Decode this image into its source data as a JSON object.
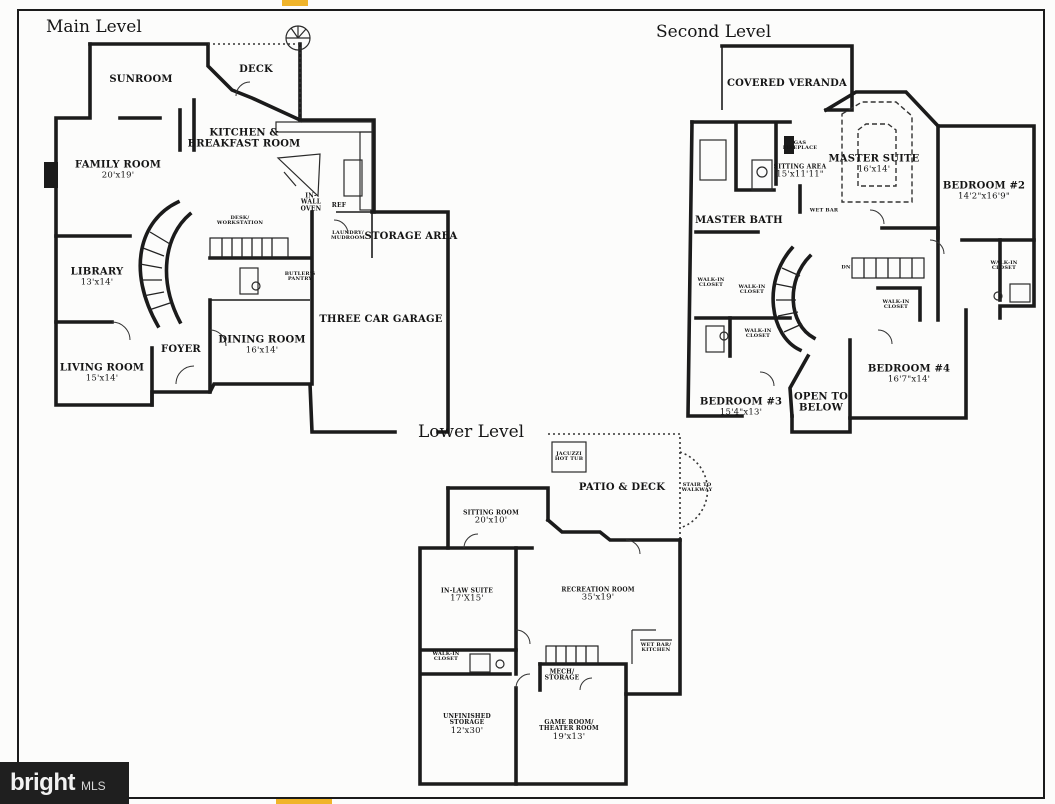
{
  "levels": {
    "main": "Main Level",
    "second": "Second Level",
    "lower": "Lower Level"
  },
  "rooms": {
    "sunroom": "SUNROOM",
    "deck": "DECK",
    "kitchen": "KITCHEN &\nBREAKFAST ROOM",
    "family_room": "FAMILY ROOM",
    "family_room_dim": "20'x19'",
    "in_wall_oven": "IN-\nWALL\nOVEN",
    "desk": "DESK/\nWORKSTATION",
    "laundry": "LAUNDRY/\nMUDROOM",
    "ref": "REF",
    "storage_area": "STORAGE AREA",
    "library": "LIBRARY",
    "library_dim": "13'x14'",
    "butlers_pantry": "BUTLER'S\nPANTRY",
    "three_car_garage": "THREE CAR GARAGE",
    "foyer": "FOYER",
    "dining_room": "DINING ROOM",
    "dining_room_dim": "16'x14'",
    "living_room": "LIVING ROOM",
    "living_room_dim": "15'x14'",
    "covered_veranda": "COVERED VERANDA",
    "gas_fireplace": "GAS\nFIREPLACE",
    "sitting_area": "SITTING AREA",
    "sitting_area_dim": "15'x11'11\"",
    "master_suite": "MASTER SUITE",
    "master_suite_dim": "16'x14'",
    "bedroom2": "BEDROOM #2",
    "bedroom2_dim": "14'2\"x16'9\"",
    "master_bath": "MASTER BATH",
    "wet_bar": "WET BAR",
    "walk_in_closet_1": "WALK-IN\nCLOSET",
    "walk_in_closet_2": "WALK-IN\nCLOSET",
    "walk_in_closet_3": "WALK-IN\nCLOSET",
    "walk_in_closet_4": "WALK-IN\nCLOSET",
    "walk_in_closet_5": "WALK-IN\nCLOSET",
    "dn": "DN",
    "bedroom3": "BEDROOM #3",
    "bedroom3_dim": "15'4\"x13'",
    "open_to_below": "OPEN TO\nBELOW",
    "bedroom4": "BEDROOM #4",
    "bedroom4_dim": "16'7\"x14'",
    "jacuzzi": "JACUZZI\nHOT TUB",
    "patio_deck": "PATIO & DECK",
    "stairway": "STAIR TO\nWALKWAY",
    "sitting_room": "SITTING ROOM",
    "sitting_room_dim": "20'x10'",
    "in_law_suite": "IN-LAW SUITE",
    "in_law_suite_dim": "17'X15'",
    "recreation_room": "RECREATION ROOM",
    "recreation_room_dim": "35'x19'",
    "walk_in_closet_lower": "WALK-IN\nCLOSET",
    "wet_bar_kitchen": "WET BAR/\nKITCHEN",
    "mech_storage": "MECH/\nSTORAGE",
    "unfinished_storage": "UNFINISHED\nSTORAGE",
    "unfinished_storage_dim": "12'x30'",
    "game_room": "GAME ROOM/\nTHEATER ROOM",
    "game_room_dim": "19'x13'"
  },
  "watermark": {
    "brand": "bright",
    "suffix": "MLS"
  },
  "colors": {
    "ink": "#1b1b1b",
    "paper": "#fcfcfb",
    "accent": "#f0b42a"
  }
}
